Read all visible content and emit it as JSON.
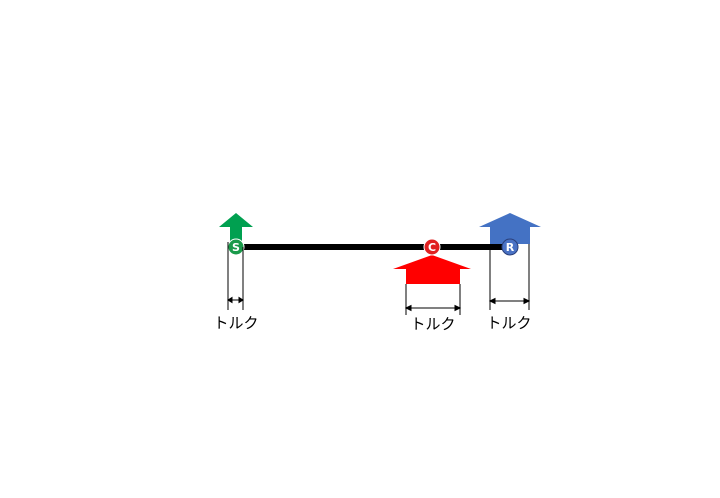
{
  "diagram": {
    "nodes": {
      "s": {
        "label": "S",
        "color": "#1a9a4a"
      },
      "c": {
        "label": "C",
        "color": "#e02020"
      },
      "r": {
        "label": "R",
        "color": "#4a72c4"
      }
    },
    "arrow_colors": {
      "green": "#00a050",
      "red": "#ff0000",
      "blue": "#4472c4"
    },
    "arrow_directions": {
      "green": "up",
      "red": "up",
      "blue": "up"
    },
    "torque_labels": {
      "left": "トルク",
      "middle": "トルク",
      "right": "トルク"
    }
  }
}
